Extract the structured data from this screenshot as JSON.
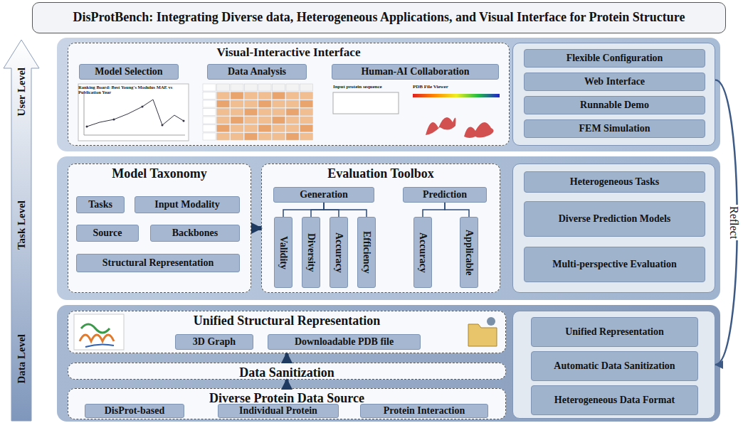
{
  "diagram": {
    "title": "DisProtBench: Integrating Diverse data, Heterogeneous Applications, and Visual Interface for Protein Structure",
    "nodes": [
      {
        "text": [
          "Visual-Interactive Interface"
        ]
      },
      {
        "text": [
          "Model Selection"
        ],
        "in": 0
      },
      {
        "text": [
          "Data Analysis"
        ],
        "in": 0
      },
      {
        "text": [
          "Human-AI Collaboration"
        ],
        "in": 0
      },
      {
        "text": []
      },
      {
        "text": [
          "Flexible Configuration"
        ],
        "in": 4
      },
      {
        "text": [
          "Web Interface"
        ],
        "in": 4
      },
      {
        "text": [
          "Runnable Demo"
        ],
        "in": 4
      },
      {
        "text": [
          "FEM Simulation"
        ],
        "in": 4
      },
      {
        "text": [
          "Model Taxonomy"
        ]
      },
      {
        "text": [
          "Tasks"
        ],
        "in": 9
      },
      {
        "text": [
          "Input Modality"
        ],
        "in": 9
      },
      {
        "text": [
          "Source"
        ],
        "in": 9
      },
      {
        "text": [
          "Backbones"
        ],
        "in": 9
      },
      {
        "text": [
          "Structural Representation"
        ],
        "in": 9
      },
      {
        "text": [
          "Evaluation Toolbox"
        ]
      },
      {
        "text": [
          "Generation"
        ],
        "in": 15
      },
      {
        "text": [
          "Validity"
        ],
        "in": 15
      },
      {
        "text": [
          "Diversity"
        ],
        "in": 15
      },
      {
        "text": [
          "Accuracy"
        ],
        "in": 15
      },
      {
        "text": [
          "Efficiency"
        ],
        "in": 15
      },
      {
        "text": [
          "Prediction"
        ],
        "in": 15
      },
      {
        "text": [
          "Accuracy"
        ],
        "in": 15
      },
      {
        "text": [
          "Applicable"
        ],
        "in": 15
      },
      {
        "text": []
      },
      {
        "text": [
          "Heterogeneous Tasks"
        ],
        "in": 24
      },
      {
        "text": [
          "Diverse Prediction Models"
        ],
        "in": 24
      },
      {
        "text": [
          "Multi-perspective Evaluation"
        ],
        "in": 24
      },
      {
        "text": [
          "Unified Structural Representation"
        ]
      },
      {
        "text": [
          "3D Graph"
        ],
        "in": 28
      },
      {
        "text": [
          "Downloadable PDB file"
        ],
        "in": 28
      },
      {
        "text": [
          "Data Sanitization"
        ]
      },
      {
        "text": [
          "Diverse Protein Data Source"
        ]
      },
      {
        "text": [
          "DisProt-based"
        ],
        "in": 32
      },
      {
        "text": [
          "Individual Protein"
        ],
        "in": 32
      },
      {
        "text": [
          "Protein Interaction"
        ],
        "in": 32
      },
      {
        "text": []
      },
      {
        "text": [
          "Unified Representation"
        ],
        "in": 36
      },
      {
        "text": [
          "Automatic Data Sanitization"
        ],
        "in": 36
      },
      {
        "text": [
          "Heterogeneous Data Format"
        ],
        "in": 36
      }
    ],
    "edges": [
      {
        "from": 9,
        "to": 15,
        "arrow": "to"
      },
      {
        "from": 16,
        "to": 17,
        "arrow": "none"
      },
      {
        "from": 16,
        "to": 18,
        "arrow": "none"
      },
      {
        "from": 16,
        "to": 19,
        "arrow": "none"
      },
      {
        "from": 16,
        "to": 20,
        "arrow": "none"
      },
      {
        "from": 21,
        "to": 22,
        "arrow": "none"
      },
      {
        "from": 21,
        "to": 23,
        "arrow": "none"
      },
      {
        "from": 32,
        "to": 31,
        "arrow": "to"
      },
      {
        "from": 31,
        "to": 28,
        "arrow": "to"
      },
      {
        "from": 4,
        "to": 36,
        "label": "Reflect",
        "arrow": "to"
      }
    ],
    "labels": [
      "Ranking Board: Best Young's Modulus MAE vs Publication Year",
      "Input protein sequence",
      "PDB File Viewer",
      "User Level",
      "Task Level",
      "Data Level"
    ]
  }
}
